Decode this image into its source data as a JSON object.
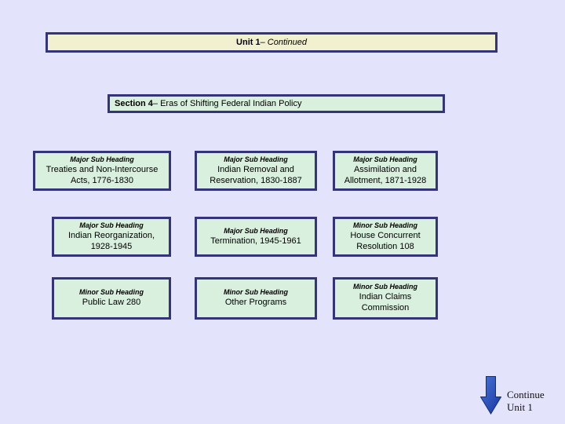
{
  "title_bar": {
    "bold": "Unit 1",
    "italic": "– Continued"
  },
  "section_bar": {
    "bold": "Section 4",
    "text": " – Eras of Shifting Federal Indian Policy"
  },
  "boxes": [
    {
      "heading": "Major Sub Heading",
      "text": "Treaties and Non-Intercourse Acts, 1776-1830"
    },
    {
      "heading": "Major Sub Heading",
      "text": "Indian Removal and Reservation, 1830-1887"
    },
    {
      "heading": "Major Sub Heading",
      "text": "Assimilation and Allotment, 1871-1928"
    },
    {
      "heading": "Major Sub Heading",
      "text": "Indian Reorganization, 1928-1945"
    },
    {
      "heading": "Major Sub Heading",
      "text": "Termination, 1945-1961"
    },
    {
      "heading": "Minor Sub Heading",
      "text": "House Concurrent Resolution 108"
    },
    {
      "heading": "Minor Sub Heading",
      "text": "Public Law 280"
    },
    {
      "heading": "Minor Sub Heading",
      "text": "Other Programs"
    },
    {
      "heading": "Minor Sub Heading",
      "text": "Indian Claims Commission"
    }
  ],
  "continue_nav": {
    "icon": "down-arrow-icon",
    "line1": "Continue",
    "line2": "Unit 1"
  },
  "colors": {
    "background": "#e3e3fb",
    "box_fill": "#d9f0de",
    "box_border": "#34347a",
    "title_fill": "#f1f1d0",
    "arrow_blue": "#2b50c0"
  }
}
